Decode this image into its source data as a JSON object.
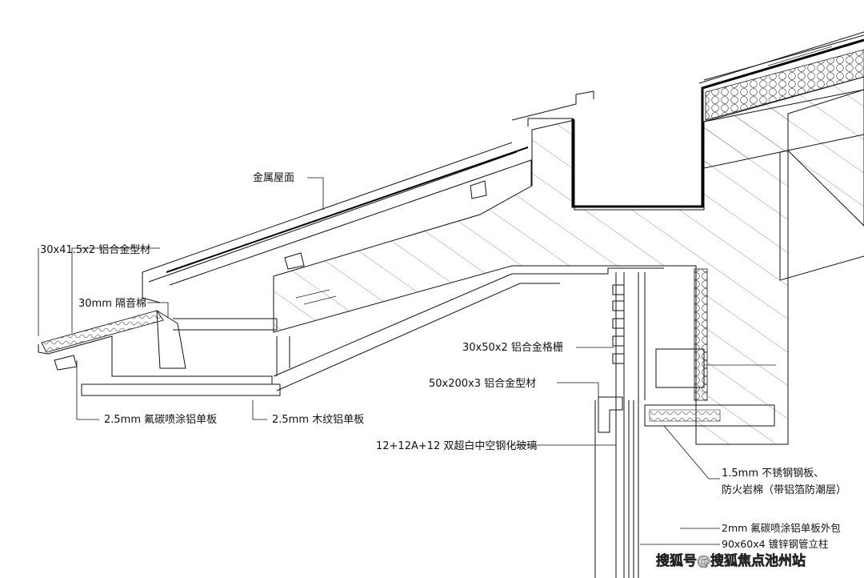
{
  "labels": {
    "metal_roof": "金属屋面",
    "alu_profile_top": "30x41.5x2 铝合金型材",
    "sound_insulation": "30mm 隔音棉",
    "fluorocarbon_panel": "2.5mm  氟碳喷涂铝单板",
    "wood_grain_panel": "2.5mm  木纹铝单板",
    "alu_grille": "30x50x2 铝合金格栅",
    "alu_profile_mid": "50x200x3 铝合金型材",
    "insulated_glass": "12+12A+12 双超白中空钢化玻璃",
    "stainless_line1": "1.5mm  不锈钢钢板、",
    "stainless_line2": "防火岩棉（带铝箔防潮层）",
    "fluoro_wrap": "2mm 氟碳喷涂铝单板外包",
    "steel_post": "90x60x4 镀锌钢管立柱"
  },
  "watermark": "搜狐号@搜狐焦点池州站",
  "colors": {
    "line": "#111111",
    "hatch": "#555555",
    "background": "#ffffff"
  }
}
